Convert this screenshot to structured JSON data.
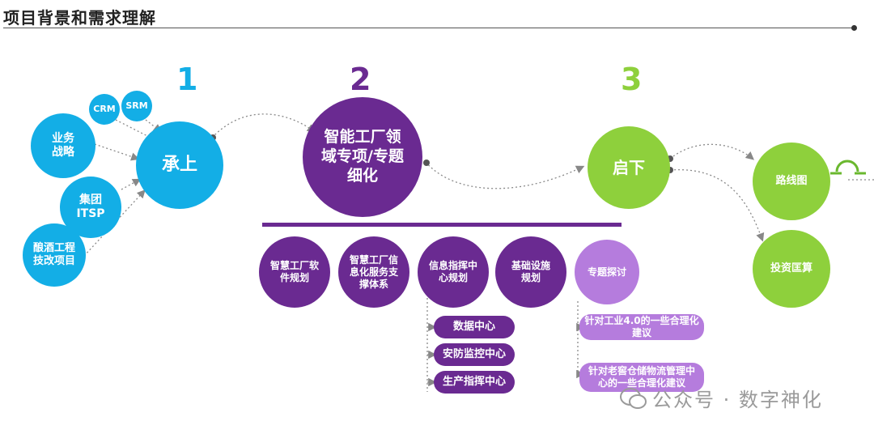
{
  "header": {
    "title": "项目背景和需求理解"
  },
  "steps": [
    {
      "number": "1",
      "color": "#13aee6"
    },
    {
      "number": "2",
      "color": "#6a2a91"
    },
    {
      "number": "3",
      "color": "#8ed03c"
    }
  ],
  "stage1": {
    "main": "承上",
    "inputs": [
      "CRM",
      "SRM",
      "业务战略",
      "集团ITSP",
      "酿酒工程技改项目"
    ]
  },
  "stage2": {
    "main": "智能工厂领域专项/专题细化",
    "topics": [
      "智慧工厂软件规划",
      "智慧工厂信息化服务支撑体系",
      "信息指挥中心规划",
      "基础设施规划",
      "专题探讨"
    ],
    "sub_items": [
      "数据中心",
      "安防监控中心",
      "生产指挥中心"
    ],
    "discussions": [
      "针对工业4.0的一些合理化建议",
      "针对老窖仓储物流管理中心的一些合理化建议"
    ]
  },
  "stage3": {
    "main": "启下",
    "outputs": [
      "路线图",
      "投资匡算"
    ]
  },
  "watermark": {
    "text": "公众号 · 数字神化"
  }
}
